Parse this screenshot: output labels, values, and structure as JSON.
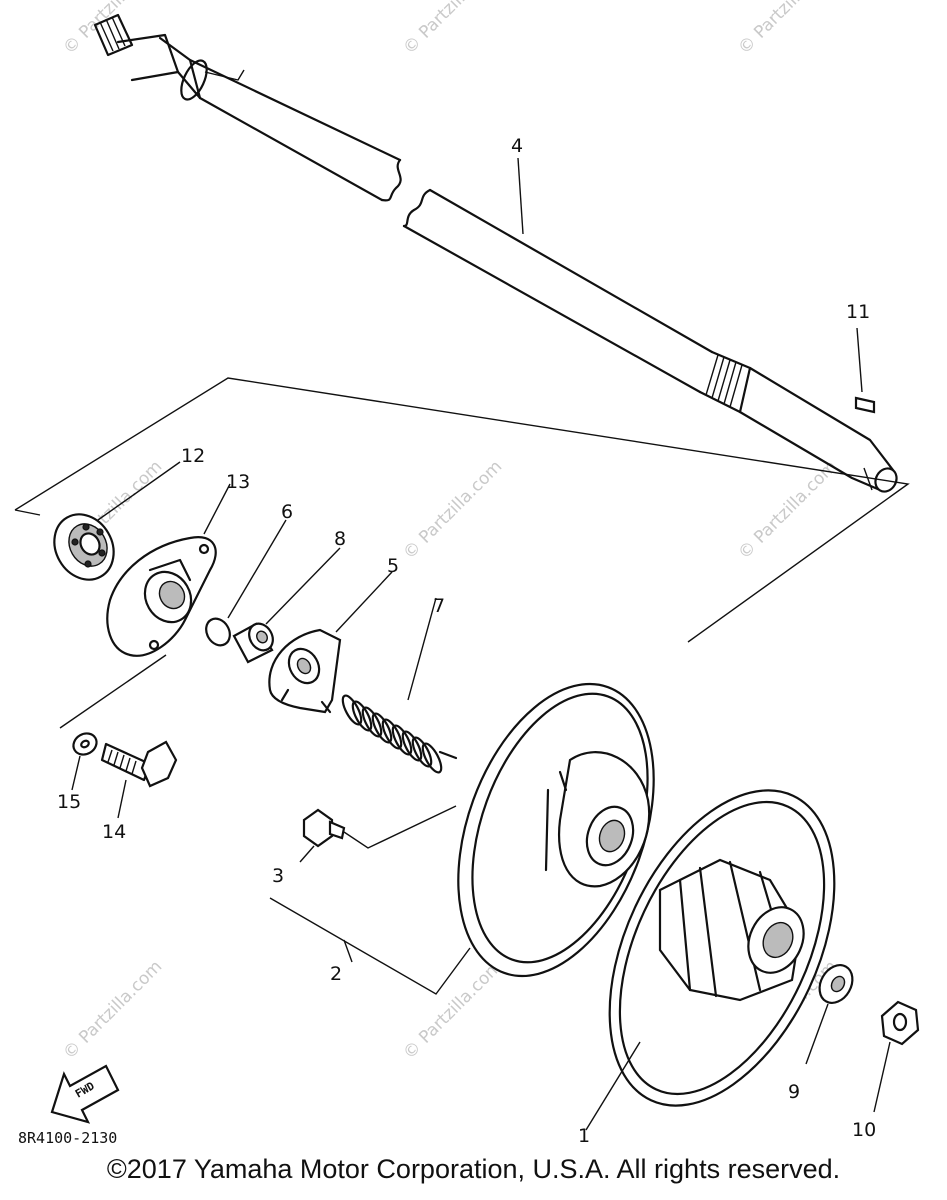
{
  "callouts": {
    "c1": "1",
    "c2": "2",
    "c3": "3",
    "c4": "4",
    "c5": "5",
    "c6": "6",
    "c7": "7",
    "c8": "8",
    "c9": "9",
    "c10": "10",
    "c11": "11",
    "c12": "12",
    "c13": "13",
    "c14": "14",
    "c15": "15"
  },
  "watermark": "© Partzilla.com",
  "diagram_code": "8R4100-2130",
  "fwd_label": "FWD",
  "copyright": "©2017 Yamaha Motor Corporation, U.S.A. All rights reserved."
}
